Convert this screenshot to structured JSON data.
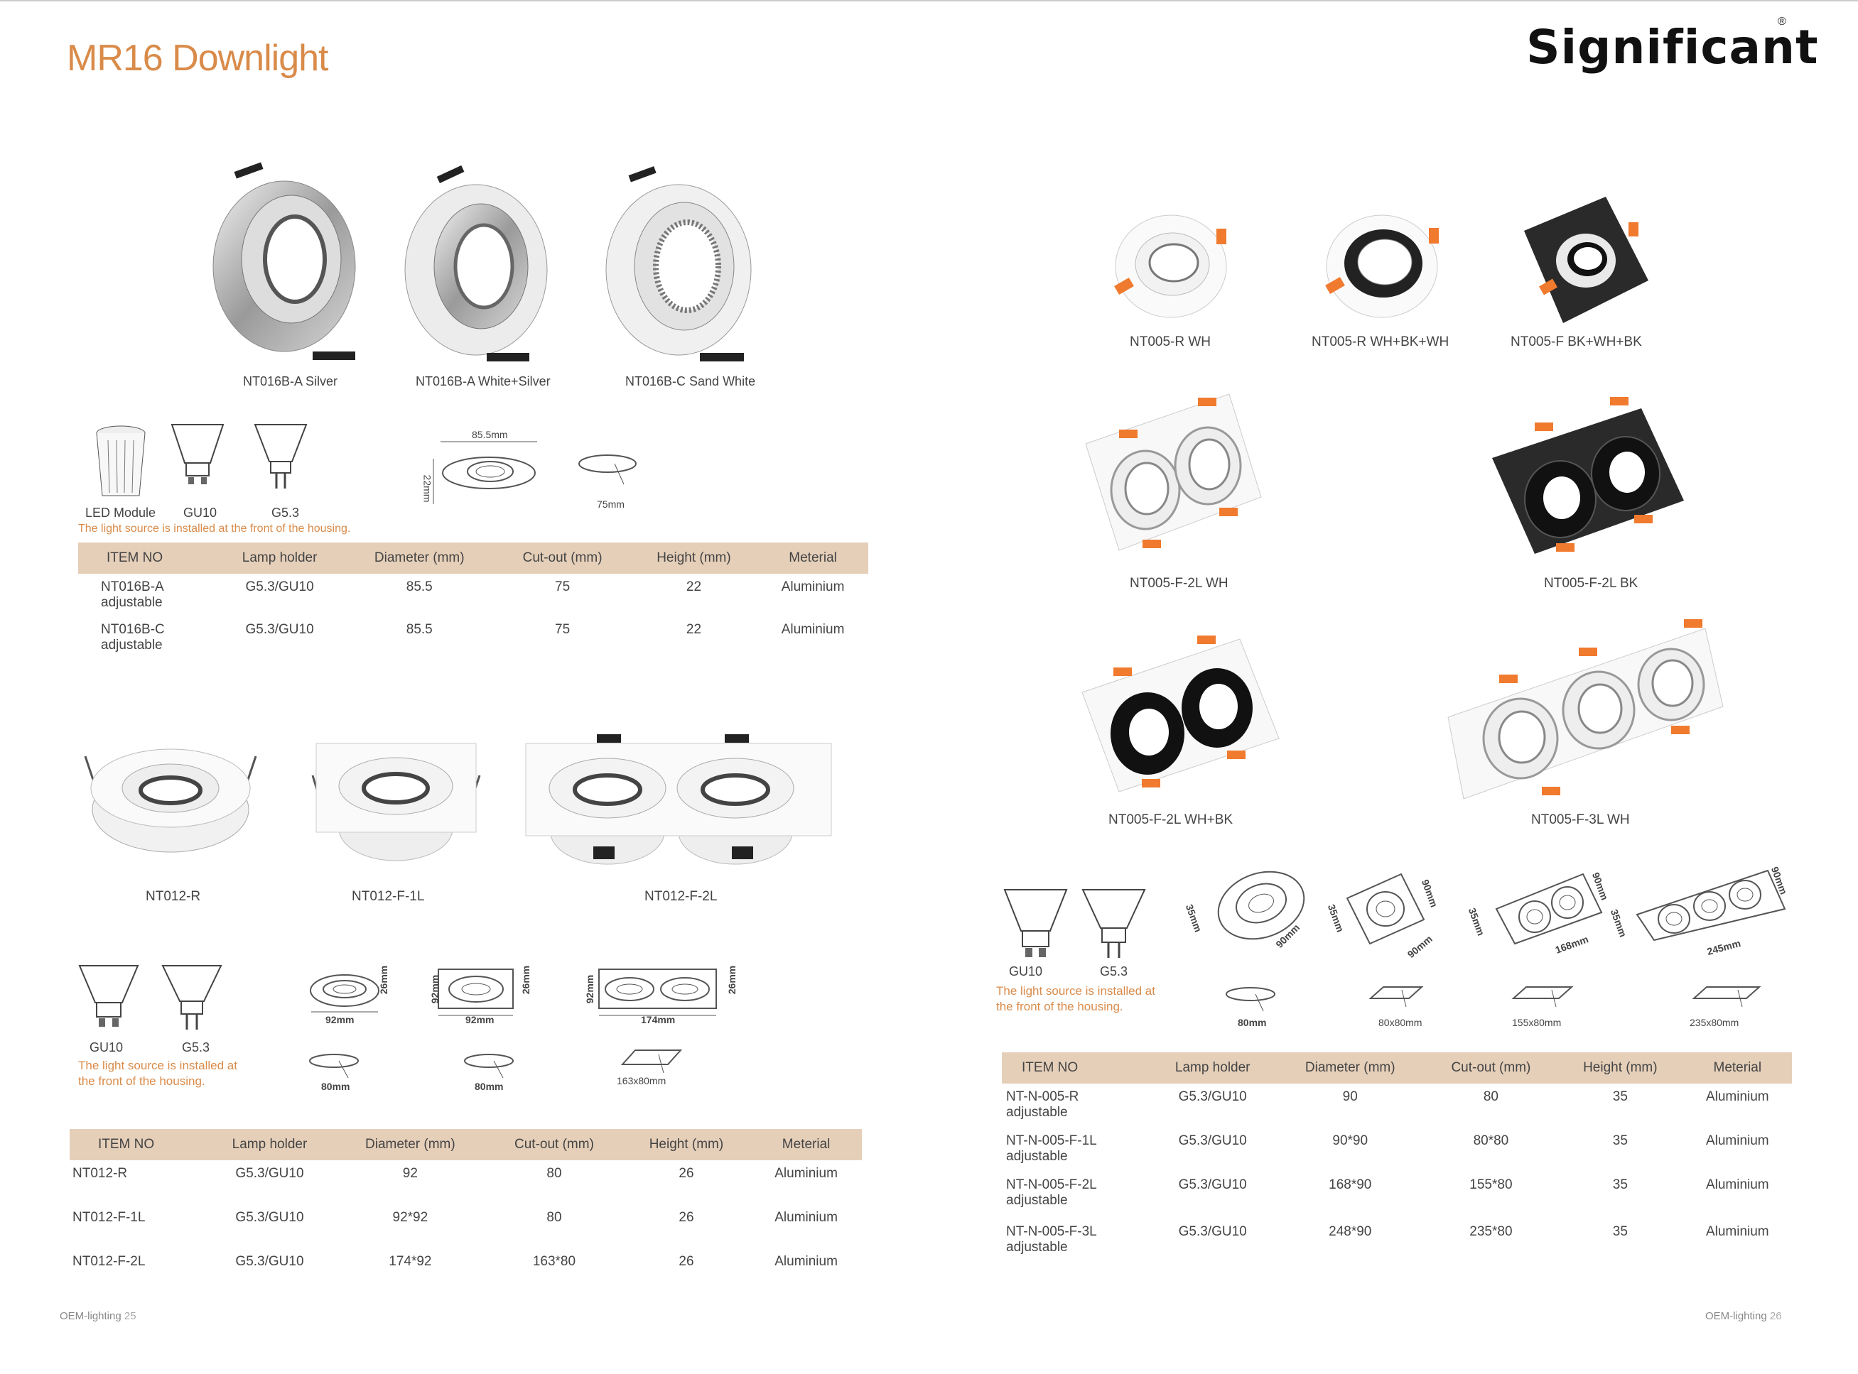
{
  "page_title": "MR16 Downlight",
  "brand": {
    "name": "Significant",
    "mark": "®"
  },
  "left": {
    "products_row1": [
      {
        "label": "NT016B-A  Silver"
      },
      {
        "label": "NT016B-A  White+Silver"
      },
      {
        "label": "NT016B-C  Sand White"
      }
    ],
    "sources1": [
      "LED Module",
      "GU10",
      "G5.3"
    ],
    "note1": "The light source is installed at the front of the housing.",
    "dims1": {
      "diameter": "85.5mm",
      "height": "22mm",
      "cutout": "75mm"
    },
    "table1": {
      "headers": [
        "ITEM NO",
        "Lamp holder",
        "Diameter  (mm)",
        "Cut-out (mm)",
        "Height (mm)",
        "Meterial"
      ],
      "rows": [
        {
          "item": "NT016B-A",
          "sub": "adjustable",
          "holder": "G5.3/GU10",
          "diameter": "85.5",
          "cutout": "75",
          "height": "22",
          "material": "Aluminium"
        },
        {
          "item": "NT016B-C",
          "sub": "adjustable",
          "holder": "G5.3/GU10",
          "diameter": "85.5",
          "cutout": "75",
          "height": "22",
          "material": "Aluminium"
        }
      ]
    },
    "products_row2": [
      {
        "label": "NT012-R"
      },
      {
        "label": "NT012-F-1L"
      },
      {
        "label": "NT012-F-2L"
      }
    ],
    "sources2": [
      "GU10",
      "G5.3"
    ],
    "note2": [
      "The light source is installed at",
      "the front of the housing."
    ],
    "dims2": {
      "r_height": "26mm",
      "r_width": "92mm",
      "r_cut": "80mm",
      "f1_side": "92mm",
      "f1_width": "92mm",
      "f1_height": "26mm",
      "f1_cut": "80mm",
      "f2_side": "92mm",
      "f2_width": "174mm",
      "f2_height": "26mm",
      "f2_cut": "163x80mm"
    },
    "table2": {
      "headers": [
        "ITEM NO",
        "Lamp holder",
        "Diameter (mm)",
        "Cut-out (mm)",
        "Height (mm)",
        "Meterial"
      ],
      "rows": [
        {
          "item": "NT012-R",
          "holder": "G5.3/GU10",
          "diameter": "92",
          "cutout": "80",
          "height": "26",
          "material": "Aluminium"
        },
        {
          "item": "NT012-F-1L",
          "holder": "G5.3/GU10",
          "diameter": "92*92",
          "cutout": "80",
          "height": "26",
          "material": "Aluminium"
        },
        {
          "item": "NT012-F-2L",
          "holder": "G5.3/GU10",
          "diameter": "174*92",
          "cutout": "163*80",
          "height": "26",
          "material": "Aluminium"
        }
      ]
    },
    "footer": {
      "text": "OEM-lighting",
      "page": "25"
    }
  },
  "right": {
    "products_row1": [
      {
        "label": "NT005-R WH"
      },
      {
        "label": "NT005-R WH+BK+WH"
      },
      {
        "label": "NT005-F BK+WH+BK"
      }
    ],
    "products_row2": [
      {
        "label": "NT005-F-2L WH"
      },
      {
        "label": "NT005-F-2L BK"
      }
    ],
    "products_row3": [
      {
        "label": "NT005-F-2L WH+BK"
      },
      {
        "label": "NT005-F-3L WH"
      }
    ],
    "sources": [
      "GU10",
      "G5.3"
    ],
    "note": [
      "The light source is installed at",
      "the front of the housing."
    ],
    "dims": {
      "r_h": "35mm",
      "r_d": "90mm",
      "r_cut": "80mm",
      "f1_h": "35mm",
      "f1_side": "90mm",
      "f1_w": "90mm",
      "f1_cut": "80x80mm",
      "f2_h": "35mm",
      "f2_side": "90mm",
      "f2_w": "168mm",
      "f2_cut": "155x80mm",
      "f3_h": "35mm",
      "f3_side": "90mm",
      "f3_w": "245mm",
      "f3_cut": "235x80mm"
    },
    "table": {
      "headers": [
        "ITEM NO",
        "Lamp holder",
        "Diameter (mm)",
        "Cut-out (mm)",
        "Height (mm)",
        "Meterial"
      ],
      "rows": [
        {
          "item": "NT-N-005-R",
          "sub": "adjustable",
          "holder": "G5.3/GU10",
          "diameter": "90",
          "cutout": "80",
          "height": "35",
          "material": "Aluminium"
        },
        {
          "item": "NT-N-005-F-1L",
          "sub": "adjustable",
          "holder": "G5.3/GU10",
          "diameter": "90*90",
          "cutout": "80*80",
          "height": "35",
          "material": "Aluminium"
        },
        {
          "item": "NT-N-005-F-2L",
          "sub": "adjustable",
          "holder": "G5.3/GU10",
          "diameter": "168*90",
          "cutout": "155*80",
          "height": "35",
          "material": "Aluminium"
        },
        {
          "item": "NT-N-005-F-3L",
          "sub": "adjustable",
          "holder": "G5.3/GU10",
          "diameter": "248*90",
          "cutout": "235*80",
          "height": "35",
          "material": "Aluminium"
        }
      ]
    },
    "footer": {
      "text": "OEM-lighting",
      "page": "26"
    }
  }
}
